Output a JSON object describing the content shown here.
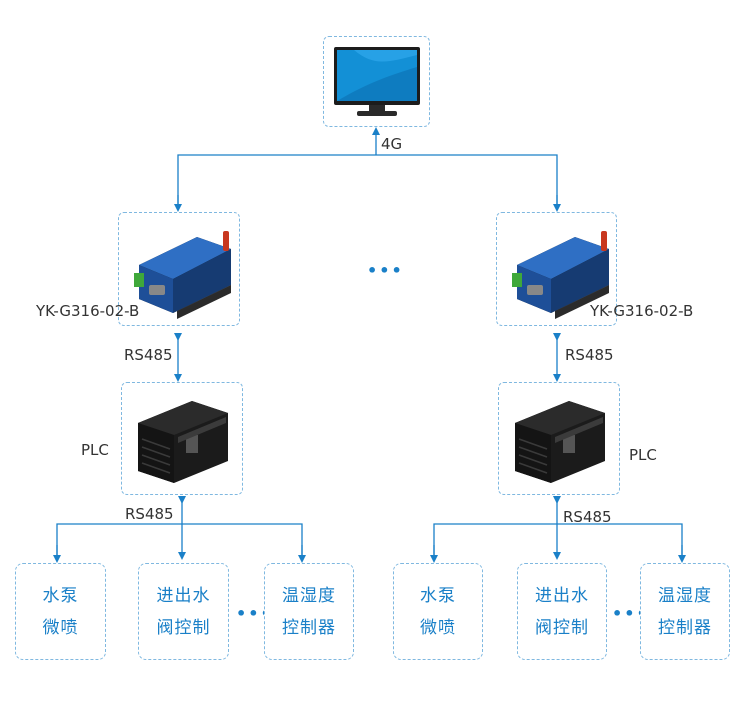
{
  "colors": {
    "accent": "#1a80c8",
    "box_border": "#7fb8e0",
    "label_text": "#333333"
  },
  "top_link": {
    "label": "4G"
  },
  "ellipsis": "•••",
  "monitor": {
    "icon": "monitor-icon"
  },
  "columns": [
    {
      "gateway": {
        "label": "YK-G316-02-B",
        "icon": "dtu-gateway-icon"
      },
      "gateway_plc_link": "RS485",
      "plc": {
        "label": "PLC",
        "icon": "plc-icon"
      },
      "plc_device_link": "RS485",
      "devices": [
        {
          "lines": [
            "水泵",
            "微喷"
          ]
        },
        {
          "lines": [
            "进出水",
            "阀控制"
          ]
        },
        {
          "lines": [
            "温湿度",
            "控制器"
          ]
        }
      ]
    },
    {
      "gateway": {
        "label": "YK-G316-02-B",
        "icon": "dtu-gateway-icon"
      },
      "gateway_plc_link": "RS485",
      "plc": {
        "label": "PLC",
        "icon": "plc-icon"
      },
      "plc_device_link": "RS485",
      "devices": [
        {
          "lines": [
            "水泵",
            "微喷"
          ]
        },
        {
          "lines": [
            "进出水",
            "阀控制"
          ]
        },
        {
          "lines": [
            "温湿度",
            "控制器"
          ]
        }
      ]
    }
  ]
}
